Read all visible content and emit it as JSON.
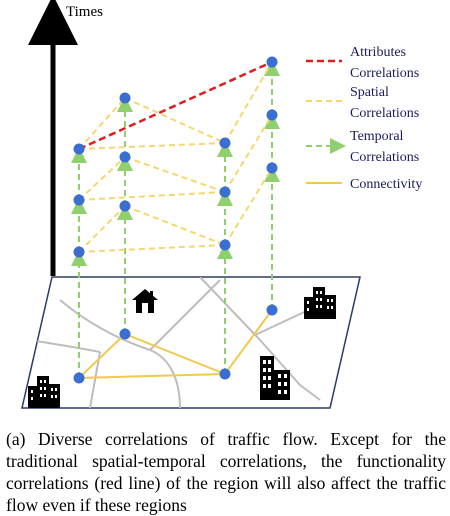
{
  "axis": {
    "label": "Times"
  },
  "legend": [
    {
      "label_lines": [
        "Attributes",
        "Correlations"
      ],
      "style": "dashed",
      "color": "#e31b1b"
    },
    {
      "label_lines": [
        "Spatial",
        "Correlations"
      ],
      "style": "dashed",
      "color": "#f5d76e"
    },
    {
      "label_lines": [
        "Temporal",
        "Correlations"
      ],
      "style": "dashed-arrow",
      "color": "#8fcf6e"
    },
    {
      "label_lines": [
        "Connectivity"
      ],
      "style": "solid",
      "color": "#f2c94c"
    }
  ],
  "icons": [
    {
      "name": "house-icon"
    },
    {
      "name": "office-building-icon"
    },
    {
      "name": "city-buildings-left-icon"
    },
    {
      "name": "city-buildings-right-icon"
    }
  ],
  "colors": {
    "node": "#3a6fd1",
    "plane_border": "#2e3a66",
    "road": "#bdbdbd"
  },
  "caption": "(a) Diverse correlations of traffic flow. Except for the traditional spatial-temporal correlations, the functionality correlations (red line) of the region will also affect the traffic flow even if these regions"
}
